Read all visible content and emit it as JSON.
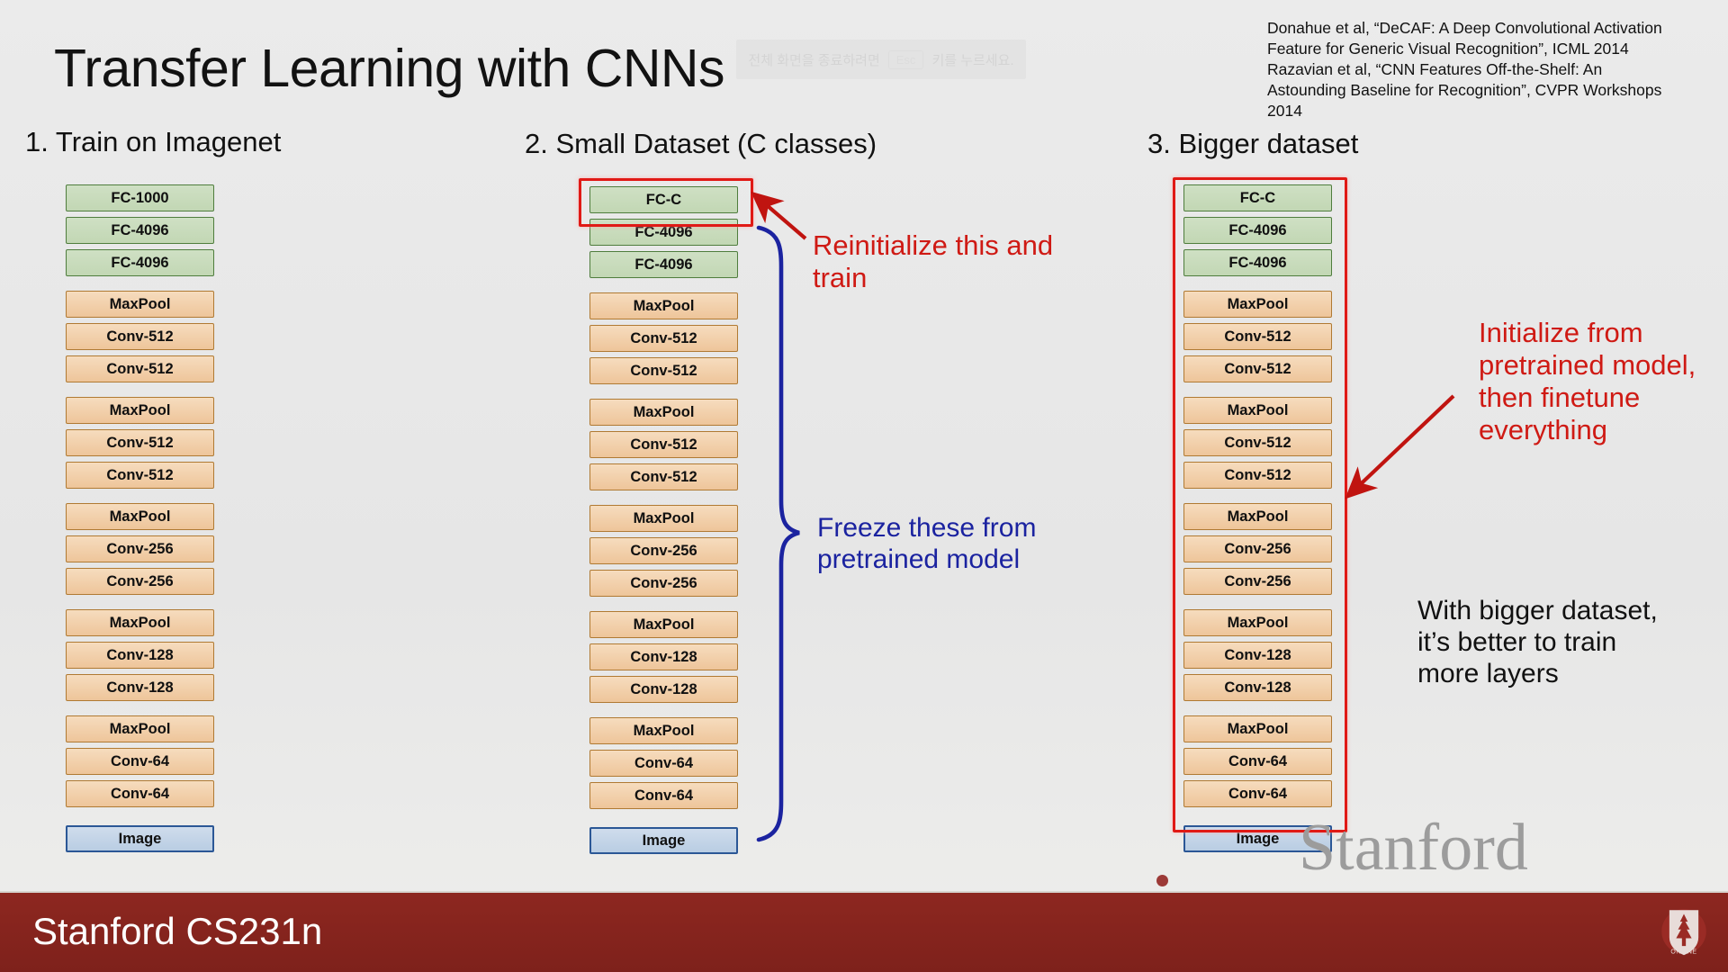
{
  "slide": {
    "title": "Transfer Learning with CNNs",
    "citation": [
      "Donahue et al, “DeCAF: A Deep Convolutional Activation",
      "Feature for Generic Visual Recognition”, ICML 2014",
      "Razavian et al, “CNN Features Off-the-Shelf: An",
      "Astounding Baseline for Recognition”, CVPR Workshops",
      "2014"
    ],
    "fullscreen_hint": {
      "prefix": "전체 화면을 종료하려면",
      "key": "Esc",
      "suffix": "키를 누르세요."
    }
  },
  "colors": {
    "background": "#e9e9e9",
    "fc_fill": "#c7dbba",
    "fc_border": "#4f7d3d",
    "conv_fill": "#f0cfa8",
    "conv_border": "#b07a33",
    "image_fill": "#c3d5e8",
    "image_border": "#2b5796",
    "highlight_red": "#e01a16",
    "annotation_red": "#cf1a14",
    "annotation_blue": "#1b23a0",
    "footer_bar": "#842420",
    "watermark_gray": "#9c9c9c"
  },
  "columns": [
    {
      "heading": "1. Train on Imagenet",
      "layers": [
        {
          "label": "FC-1000",
          "type": "fc"
        },
        {
          "label": "FC-4096",
          "type": "fc"
        },
        {
          "label": "FC-4096",
          "type": "fc"
        },
        {
          "label": "MaxPool",
          "type": "conv",
          "gap_before": true
        },
        {
          "label": "Conv-512",
          "type": "conv"
        },
        {
          "label": "Conv-512",
          "type": "conv"
        },
        {
          "label": "MaxPool",
          "type": "conv",
          "gap_before": true
        },
        {
          "label": "Conv-512",
          "type": "conv"
        },
        {
          "label": "Conv-512",
          "type": "conv"
        },
        {
          "label": "MaxPool",
          "type": "conv",
          "gap_before": true
        },
        {
          "label": "Conv-256",
          "type": "conv"
        },
        {
          "label": "Conv-256",
          "type": "conv"
        },
        {
          "label": "MaxPool",
          "type": "conv",
          "gap_before": true
        },
        {
          "label": "Conv-128",
          "type": "conv"
        },
        {
          "label": "Conv-128",
          "type": "conv"
        },
        {
          "label": "MaxPool",
          "type": "conv",
          "gap_before": true
        },
        {
          "label": "Conv-64",
          "type": "conv"
        },
        {
          "label": "Conv-64",
          "type": "conv"
        },
        {
          "label": "Image",
          "type": "img",
          "gap_before": true
        }
      ]
    },
    {
      "heading": "2. Small Dataset (C classes)",
      "layers": [
        {
          "label": "FC-C",
          "type": "fc"
        },
        {
          "label": "FC-4096",
          "type": "fc"
        },
        {
          "label": "FC-4096",
          "type": "fc"
        },
        {
          "label": "MaxPool",
          "type": "conv",
          "gap_before": true
        },
        {
          "label": "Conv-512",
          "type": "conv"
        },
        {
          "label": "Conv-512",
          "type": "conv"
        },
        {
          "label": "MaxPool",
          "type": "conv",
          "gap_before": true
        },
        {
          "label": "Conv-512",
          "type": "conv"
        },
        {
          "label": "Conv-512",
          "type": "conv"
        },
        {
          "label": "MaxPool",
          "type": "conv",
          "gap_before": true
        },
        {
          "label": "Conv-256",
          "type": "conv"
        },
        {
          "label": "Conv-256",
          "type": "conv"
        },
        {
          "label": "MaxPool",
          "type": "conv",
          "gap_before": true
        },
        {
          "label": "Conv-128",
          "type": "conv"
        },
        {
          "label": "Conv-128",
          "type": "conv"
        },
        {
          "label": "MaxPool",
          "type": "conv",
          "gap_before": true
        },
        {
          "label": "Conv-64",
          "type": "conv"
        },
        {
          "label": "Conv-64",
          "type": "conv"
        },
        {
          "label": "Image",
          "type": "img",
          "gap_before": true
        }
      ]
    },
    {
      "heading": "3. Bigger dataset",
      "layers": [
        {
          "label": "FC-C",
          "type": "fc"
        },
        {
          "label": "FC-4096",
          "type": "fc"
        },
        {
          "label": "FC-4096",
          "type": "fc"
        },
        {
          "label": "MaxPool",
          "type": "conv",
          "gap_before": true
        },
        {
          "label": "Conv-512",
          "type": "conv"
        },
        {
          "label": "Conv-512",
          "type": "conv"
        },
        {
          "label": "MaxPool",
          "type": "conv",
          "gap_before": true
        },
        {
          "label": "Conv-512",
          "type": "conv"
        },
        {
          "label": "Conv-512",
          "type": "conv"
        },
        {
          "label": "MaxPool",
          "type": "conv",
          "gap_before": true
        },
        {
          "label": "Conv-256",
          "type": "conv"
        },
        {
          "label": "Conv-256",
          "type": "conv"
        },
        {
          "label": "MaxPool",
          "type": "conv",
          "gap_before": true
        },
        {
          "label": "Conv-128",
          "type": "conv"
        },
        {
          "label": "Conv-128",
          "type": "conv"
        },
        {
          "label": "MaxPool",
          "type": "conv",
          "gap_before": true
        },
        {
          "label": "Conv-64",
          "type": "conv"
        },
        {
          "label": "Conv-64",
          "type": "conv"
        },
        {
          "label": "Image",
          "type": "img",
          "gap_before": true
        }
      ]
    }
  ],
  "annotations": {
    "reinitialize": "Reinitialize this and train",
    "freeze": "Freeze these from pretrained model",
    "initialize": "Initialize from pretrained model, then finetune everything",
    "bigger": "With bigger dataset, it’s better to train more layers"
  },
  "watermark": "Stanford",
  "footer": {
    "title": "Stanford CS231n",
    "logo_label": "stanford-online-logo"
  }
}
